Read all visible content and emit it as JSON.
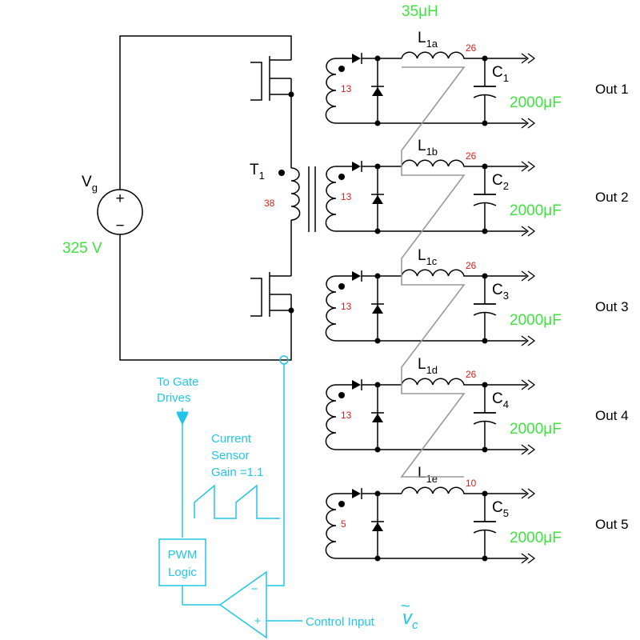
{
  "source": {
    "name": "V",
    "subscript": "g",
    "voltage": "325 V",
    "plus": "+",
    "minus": "−"
  },
  "transformer": {
    "name": "T",
    "subscript": "1",
    "turns": "38"
  },
  "top_inductance": "35μH",
  "outputs": [
    {
      "inductor": "L",
      "inductor_sub": "1a",
      "inductor_turns": "26",
      "secondary_turns": "13",
      "capacitor": "C",
      "capacitor_sub": "1",
      "capacitance": "2000μF",
      "label": "Out 1"
    },
    {
      "inductor": "L",
      "inductor_sub": "1b",
      "inductor_turns": "26",
      "secondary_turns": "13",
      "capacitor": "C",
      "capacitor_sub": "2",
      "capacitance": "2000μF",
      "label": "Out 2"
    },
    {
      "inductor": "L",
      "inductor_sub": "1c",
      "inductor_turns": "26",
      "secondary_turns": "13",
      "capacitor": "C",
      "capacitor_sub": "3",
      "capacitance": "2000μF",
      "label": "Out 3"
    },
    {
      "inductor": "L",
      "inductor_sub": "1d",
      "inductor_turns": "26",
      "secondary_turns": "13",
      "capacitor": "C",
      "capacitor_sub": "4",
      "capacitance": "2000μF",
      "label": "Out 4"
    },
    {
      "inductor": "L",
      "inductor_sub": "1e",
      "inductor_turns": "10",
      "secondary_turns": "5",
      "capacitor": "C",
      "capacitor_sub": "5",
      "capacitance": "2000μF",
      "label": "Out 5"
    }
  ],
  "control": {
    "gate_line1": "To Gate",
    "gate_line2": "Drives",
    "sensor_line1": "Current",
    "sensor_line2": "Sensor",
    "sensor_line3": "Gain =1.1",
    "pwm_line1": "PWM",
    "pwm_line2": "Logic",
    "amp_minus": "−",
    "amp_plus": "+",
    "control_input": "Control Input",
    "control_symbol": "v",
    "control_symbol_sub": "c",
    "control_symbol_accent": "~"
  },
  "colors": {
    "wire": "#000000",
    "control": "#22c5e8",
    "value": "#3fe23f",
    "turns": "#e0201c",
    "coupling": "#999999"
  }
}
